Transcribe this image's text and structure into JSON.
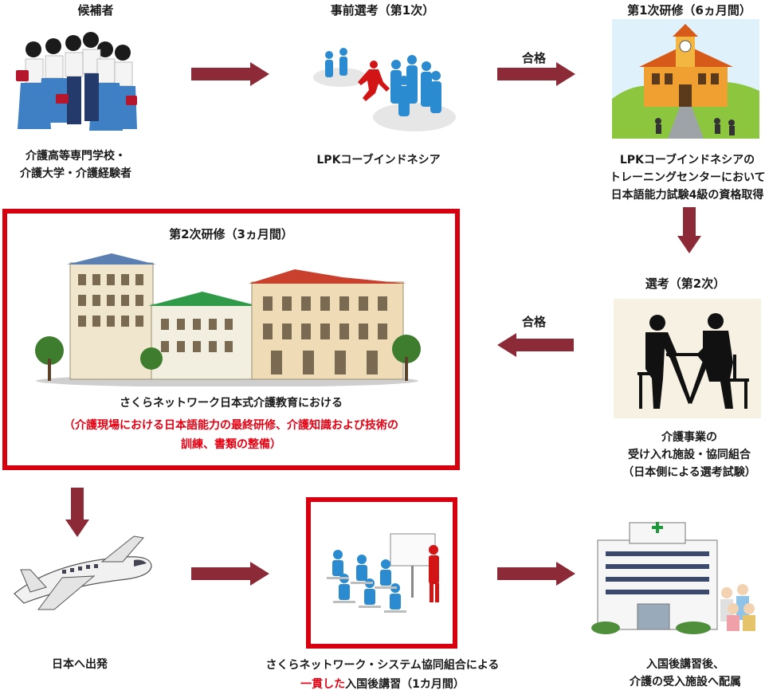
{
  "row1": {
    "candidates": {
      "title": "候補者",
      "caption": [
        "介護高等専門学校・",
        "介護大学・介護経験者"
      ]
    },
    "pre_selection": {
      "title": "事前選考（第1次）",
      "caption": [
        "LPKコーブインドネシア"
      ]
    },
    "pass_label_1": "合格",
    "training1": {
      "title": "第1次研修（6ヵ月間）",
      "caption": [
        "LPKコーブインドネシアの",
        "トレーニングセンターにおいて",
        "日本語能力試験4級の資格取得"
      ]
    }
  },
  "row2": {
    "training2": {
      "title": "第2次研修（3ヵ月間）",
      "caption_black": "さくらネットワーク日本式介護教育における",
      "caption_red": [
        "（介護現場における日本語能力の最終研修、介護知識および技術の",
        "訓練、書類の整備）"
      ]
    },
    "pass_label_2": "合格",
    "selection2": {
      "title": "選考（第2次）",
      "caption": [
        "介護事業の",
        "受け入れ施設・協同組合",
        "（日本側による選考試験）"
      ]
    }
  },
  "row3": {
    "departure": {
      "caption": "日本へ出発"
    },
    "post_entry": {
      "caption_line1": "さくらネットワーク・システム協同組合による",
      "caption_red": "一貫した",
      "caption_rest": "入国後講習（1カ月間）"
    },
    "placement": {
      "caption": [
        "入国後講習後、",
        "介護の受入施設へ配属"
      ]
    }
  },
  "colors": {
    "arrow": "#8c2a37",
    "frame": "#d7000f",
    "emphasis": "#e50012"
  }
}
